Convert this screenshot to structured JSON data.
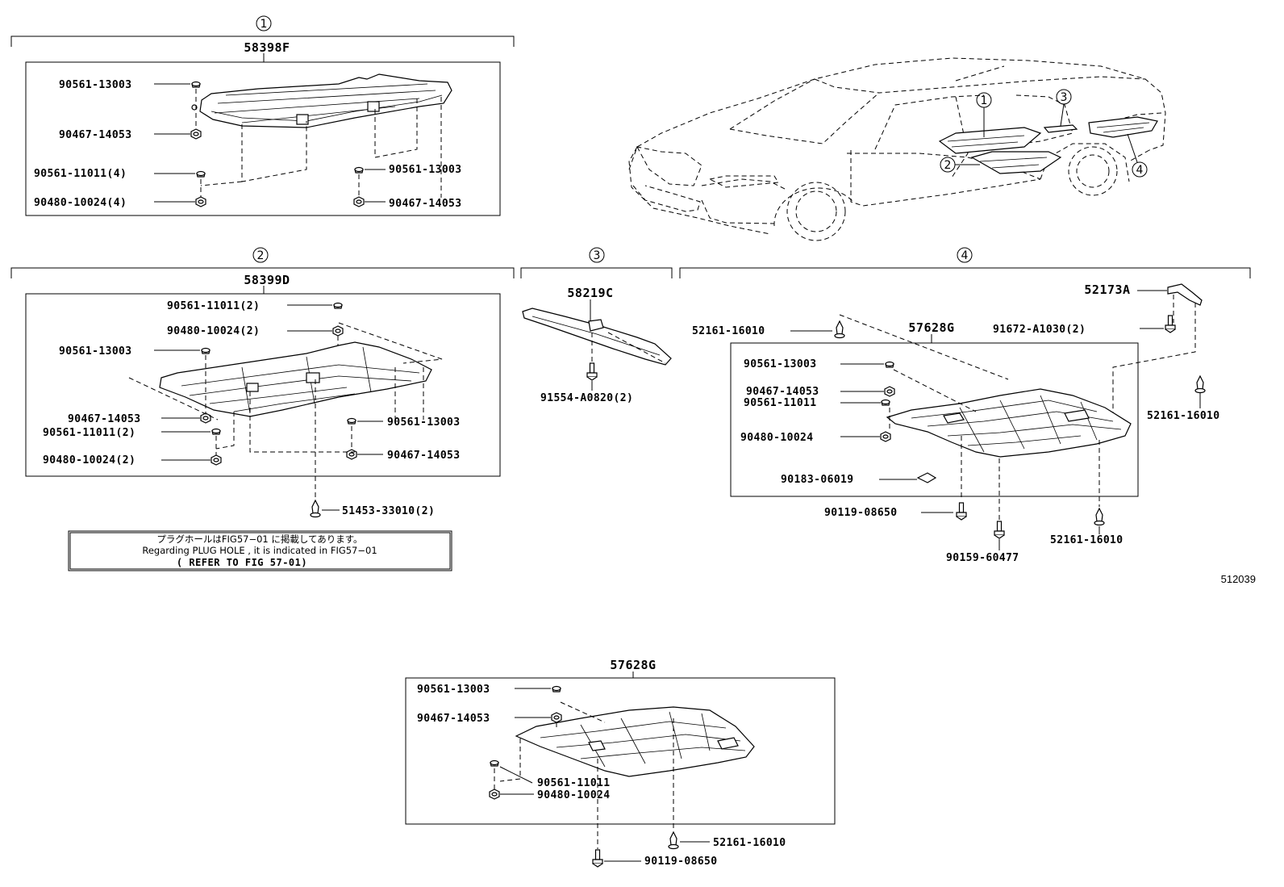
{
  "figure_id": "512039",
  "groups": [
    {
      "num": "1",
      "assembly": "58398F",
      "parts": [
        "90561-13003",
        "90467-14053",
        "90561-11011(4)",
        "90480-10024(4)",
        "90561-13003",
        "90467-14053"
      ]
    },
    {
      "num": "2",
      "assembly": "58399D",
      "parts": [
        "90561-11011(2)",
        "90480-10024(2)",
        "90561-13003",
        "90467-14053",
        "90561-11011(2)",
        "90480-10024(2)",
        "90561-13003",
        "90467-14053",
        "51453-33010(2)"
      ]
    },
    {
      "num": "3",
      "assembly": "58219C",
      "parts": [
        "91554-A0820(2)"
      ]
    },
    {
      "num": "4",
      "assembly": "57628G",
      "bracket": "52173A",
      "parts": [
        "52161-16010",
        "91672-A1030(2)",
        "90561-13003",
        "90467-14053",
        "90561-11011",
        "90480-10024",
        "90183-06019",
        "52161-16010",
        "90119-08650",
        "90159-60477",
        "52161-16010"
      ]
    }
  ],
  "car_callouts": [
    "1",
    "2",
    "3",
    "4"
  ],
  "note": {
    "line1": "プラグホールはFIG57−01 に掲載してあります。",
    "line2": "Regarding  PLUG HOLE , it is indicated in FIG57−01",
    "line3": "(  REFER TO FIG 57-01)"
  },
  "bottom_detail": {
    "assembly": "57628G",
    "parts": [
      "90561-13003",
      "90467-14053",
      "90561-11011",
      "90480-10024",
      "52161-16010",
      "90119-08650"
    ]
  }
}
